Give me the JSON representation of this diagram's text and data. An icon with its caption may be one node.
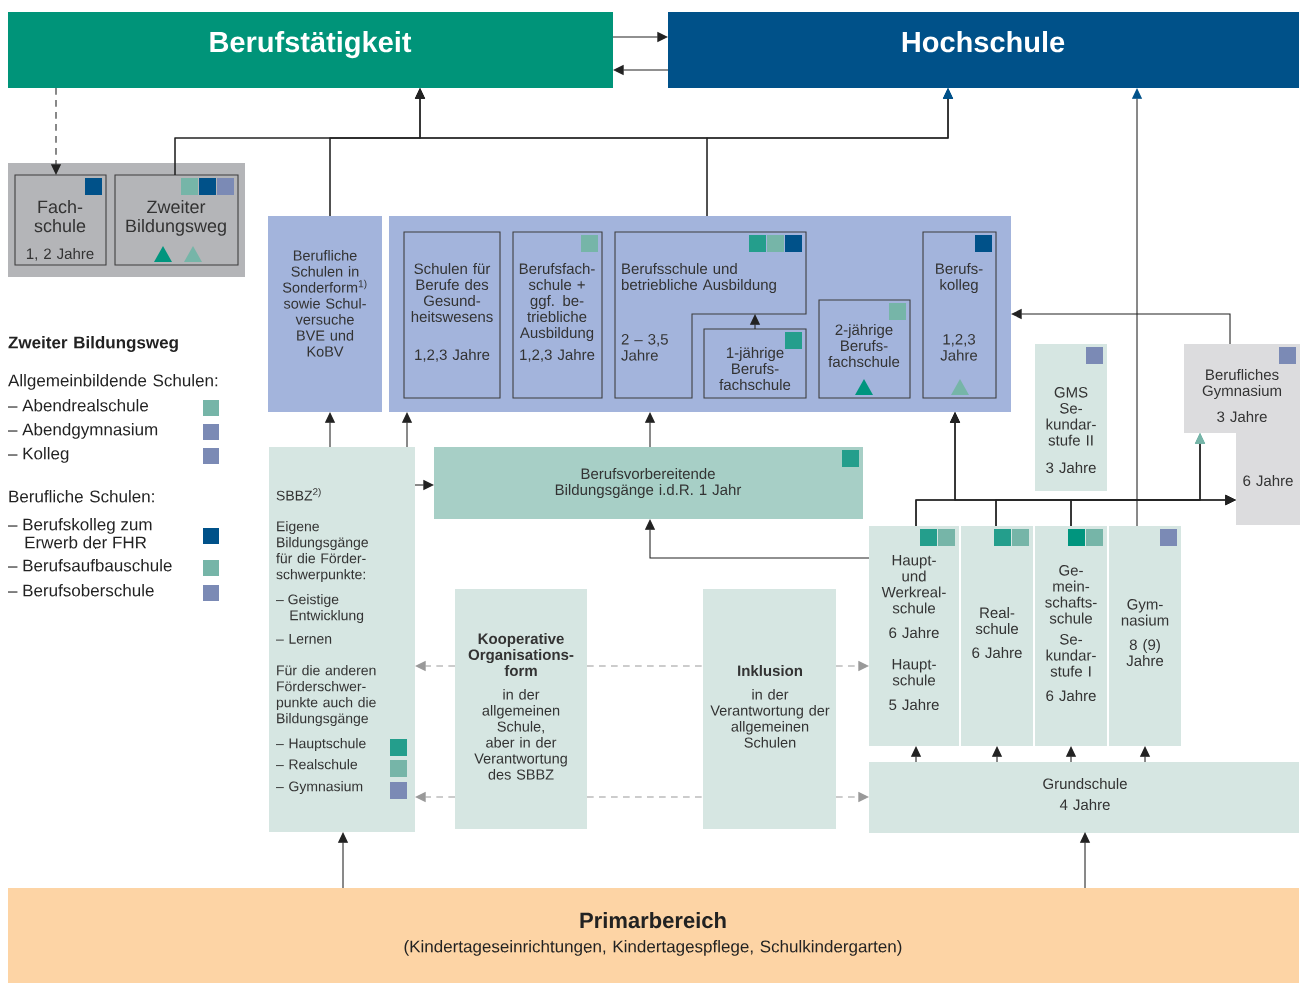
{
  "diagram": {
    "nodes": [
      {
        "text": [
          "Berufstätigkeit"
        ]
      },
      {
        "text": [
          "Hochschule"
        ]
      },
      {
        "text": [
          "Fach-schule",
          "1, 2 Jahre"
        ]
      },
      {
        "text": [
          "Zweiter Bildungsweg"
        ]
      },
      {
        "text": [
          "Berufliche Schulen in Sonderform$^{1)}$ sowie Schul-versuche BVE und KoBV"
        ]
      },
      {
        "text": [],
        "shape": "box"
      },
      {
        "text": [
          "Schulen für Berufe des Gesund-heitswesens",
          "1,2,3 Jahre"
        ],
        "in": 5
      },
      {
        "text": [
          "Berufsfach-schule + ggf. be-triebliche Ausbildung",
          "1,2,3 Jahre"
        ],
        "in": 5
      },
      {
        "text": [
          "Berufsschule und betriebliche Ausbildung",
          "2 – 3,5 Jahre"
        ],
        "in": 5
      },
      {
        "text": [
          "1-jährige Berufs-fachschule"
        ],
        "in": 5
      },
      {
        "text": [
          "2-jährige Berufs-fachschule"
        ],
        "in": 5
      },
      {
        "text": [
          "Berufs-kolleg",
          "1,2,3 Jahre"
        ],
        "in": 5
      },
      {
        "text": [
          "GMS Se-kundar-stufe II",
          "3 Jahre"
        ]
      },
      {
        "text": [
          "Berufliches Gymnasium",
          "3 Jahre",
          "6 Jahre"
        ]
      },
      {
        "text": [
          "SBBZ$^{2)}$",
          "Eigene Bildungsgänge für die Förder-schwerpunkte:",
          "– Geistige Entwicklung",
          "– Lernen",
          "Für die anderen Förderschwer-punkte auch die Bildungsgänge",
          "– Hauptschule",
          "– Realschule",
          "– Gymnasium"
        ]
      },
      {
        "text": [
          "Berufsvorbereitende Bildungsgänge i.d.R. 1 Jahr"
        ]
      },
      {
        "text": [
          "Kooperative Organisations-form",
          "in der allgemeinen Schule, aber in der Verantwortung des SBBZ"
        ]
      },
      {
        "text": [
          "Inklusion",
          "in der Verantwortung der allgemeinen Schulen"
        ]
      },
      {
        "text": [
          "Haupt- und Werkreal-schule",
          "6 Jahre",
          "Haupt-schule",
          "5 Jahre"
        ]
      },
      {
        "text": [
          "Real-schule",
          "6 Jahre"
        ]
      },
      {
        "text": [
          "Ge-mein-schafts-schule",
          "Se-kundar-stufe I",
          "6 Jahre"
        ]
      },
      {
        "text": [
          "Gym-nasium",
          "8 (9) Jahre"
        ]
      },
      {
        "text": [
          "Grundschule",
          "4 Jahre"
        ]
      },
      {
        "text": [
          "Primarbereich",
          "(Kindertageseinrichtungen, Kindertagespflege, Schulkindergarten)"
        ]
      }
    ],
    "edges": [
      {
        "from": 0,
        "to": 1,
        "arrow": "to"
      },
      {
        "from": 1,
        "to": 0,
        "arrow": "to"
      },
      {
        "from": 0,
        "to": 2,
        "arrow": "to",
        "style": "dashed"
      },
      {
        "from": 3,
        "to": 0,
        "arrow": "to"
      },
      {
        "from": 3,
        "to": 1,
        "arrow": "to"
      },
      {
        "from": 4,
        "to": 0,
        "arrow": "to"
      },
      {
        "from": 4,
        "to": 1,
        "arrow": "to"
      },
      {
        "from": 5,
        "to": 0,
        "arrow": "to"
      },
      {
        "from": 5,
        "to": 1,
        "arrow": "to"
      },
      {
        "from": 21,
        "to": 1,
        "arrow": "to"
      },
      {
        "from": 14,
        "to": 4,
        "arrow": "to"
      },
      {
        "from": 14,
        "to": 5,
        "arrow": "to"
      },
      {
        "from": 14,
        "to": 15,
        "arrow": "to"
      },
      {
        "from": 15,
        "to": 5,
        "arrow": "to"
      },
      {
        "from": 9,
        "to": 8,
        "arrow": "to"
      },
      {
        "from": 13,
        "to": 5,
        "arrow": "to"
      },
      {
        "from": 18,
        "to": 15,
        "arrow": "to"
      },
      {
        "from": 18,
        "to": 5,
        "arrow": "to"
      },
      {
        "from": 18,
        "to": 13,
        "arrow": "to"
      },
      {
        "from": 18,
        "to": 13,
        "arrow": "to"
      },
      {
        "from": 19,
        "to": 5,
        "arrow": "to"
      },
      {
        "from": 19,
        "to": 13,
        "arrow": "to"
      },
      {
        "from": 19,
        "to": 13,
        "arrow": "to"
      },
      {
        "from": 20,
        "to": 5,
        "arrow": "to"
      },
      {
        "from": 20,
        "to": 13,
        "arrow": "to"
      },
      {
        "from": 20,
        "to": 13,
        "arrow": "to"
      },
      {
        "from": 16,
        "to": 14,
        "arrow": "to",
        "style": "dashed",
        "color": "#999999"
      },
      {
        "from": 16,
        "to": 17,
        "arrow": "none",
        "style": "dashed",
        "color": "#999999"
      },
      {
        "from": 17,
        "to": 18,
        "arrow": "to",
        "style": "dashed",
        "color": "#999999"
      },
      {
        "from": 16,
        "to": 14,
        "arrow": "to",
        "style": "dashed",
        "color": "#999999"
      },
      {
        "from": 16,
        "to": 17,
        "arrow": "none",
        "style": "dashed",
        "color": "#999999"
      },
      {
        "from": 17,
        "to": 22,
        "arrow": "to",
        "style": "dashed",
        "color": "#999999"
      },
      {
        "from": 22,
        "to": 18,
        "arrow": "to"
      },
      {
        "from": 22,
        "to": 19,
        "arrow": "to"
      },
      {
        "from": 22,
        "to": 20,
        "arrow": "to"
      },
      {
        "from": 22,
        "to": 21,
        "arrow": "to"
      },
      {
        "from": 23,
        "to": 14,
        "arrow": "to"
      },
      {
        "from": 23,
        "to": 22,
        "arrow": "to"
      }
    ],
    "labels": [
      "Zweiter Bildungsweg",
      "Allgemeinbildende Schulen:",
      "Berufliche Schulen:"
    ],
    "legend": [
      {
        "text": "– Abendrealschule",
        "color": "#76b5a8"
      },
      {
        "text": "– Abendgymnasium",
        "color": "#7b8ab5"
      },
      {
        "text": "– Kolleg",
        "color": "#7b8ab5"
      },
      {
        "text": "– Berufskolleg zum Erwerb der FHR",
        "color": "#005189"
      },
      {
        "text": "– Berufsaufbauschule",
        "color": "#76b5a8"
      },
      {
        "text": "– Berufsoberschule",
        "color": "#7b8ab5"
      }
    ]
  }
}
